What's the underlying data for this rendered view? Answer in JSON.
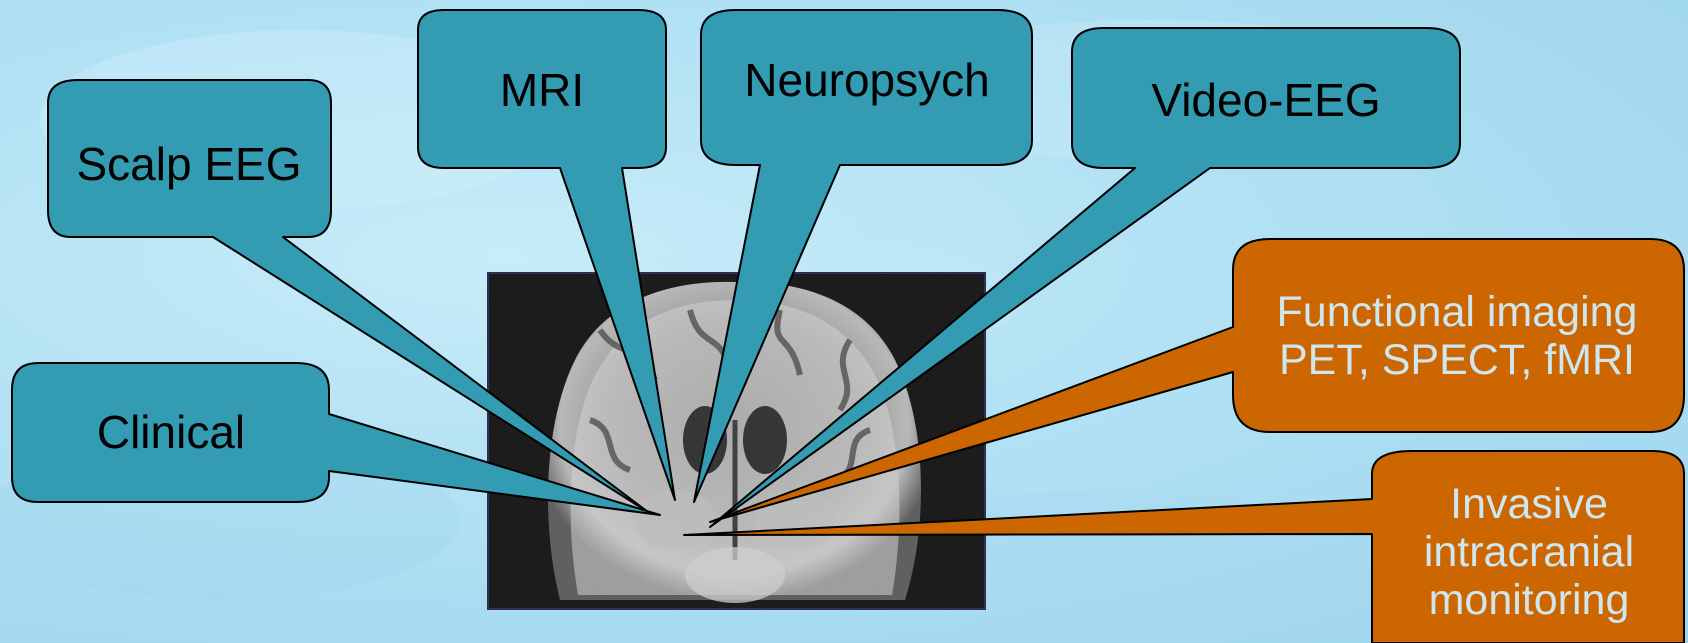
{
  "colors": {
    "background": "#b3e2f4",
    "teal_fill": "#339bb2",
    "orange_fill": "#cc6600",
    "outline": "#000000",
    "teal_text": "#000000",
    "orange_text": "#cfe6ee"
  },
  "image": {
    "subject": "brain-mri-coronal-slice"
  },
  "callouts": {
    "scalp_eeg": {
      "label": "Scalp EEG"
    },
    "mri": {
      "label": "MRI"
    },
    "neuropsych": {
      "label": "Neuropsych"
    },
    "video_eeg": {
      "label": "Video-EEG"
    },
    "clinical": {
      "label": "Clinical"
    },
    "functional_imaging": {
      "line1": "Functional imaging",
      "line2": "PET, SPECT, fMRI"
    },
    "invasive": {
      "line1": "Invasive",
      "line2": "intracranial",
      "line3": "monitoring"
    }
  }
}
